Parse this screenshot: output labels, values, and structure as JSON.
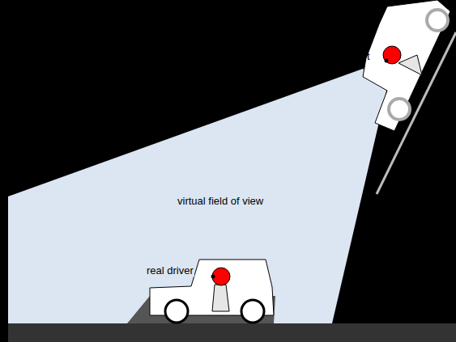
{
  "diagram": {
    "labels": [
      "t",
      "virtual field of view",
      "real driver"
    ]
  }
}
